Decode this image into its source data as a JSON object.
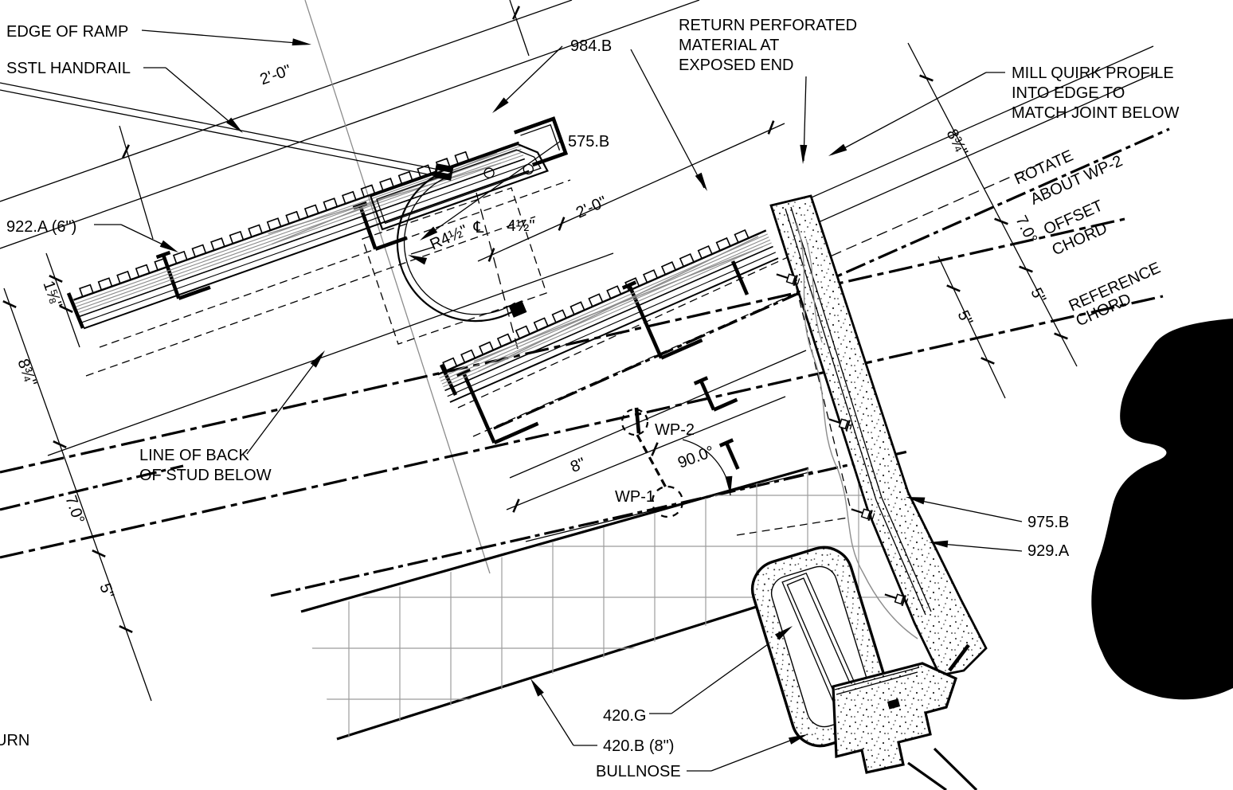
{
  "drawing": {
    "type": "architectural plan detail",
    "subject": "curved ramp handrail and wall joint detail at chord rotation"
  },
  "colors": {
    "ink": "#000000",
    "gray": "#8c8c8c",
    "grid": "#9c9c9c",
    "bg": "#ffffff"
  },
  "callouts": {
    "edge_of_ramp": "EDGE OF RAMP",
    "sstl_handrail": "SSTL HANDRAIL",
    "tag_922": "922.A (6\")",
    "line_of_back_1": "LINE OF BACK",
    "line_of_back_2": "OF STUD BELOW",
    "tag_984": "984.B",
    "tag_575": "575.B",
    "return_perforated_1": "RETURN PERFORATED",
    "return_perforated_2": "MATERIAL AT",
    "return_perforated_3": "EXPOSED END",
    "mill_quirk_1": "MILL QUIRK PROFILE",
    "mill_quirk_2": "INTO EDGE TO",
    "mill_quirk_3": "MATCH JOINT BELOW",
    "rotate_1": "ROTATE",
    "rotate_2": "ABOUT WP-2",
    "offset_chord_angle": "7.0°",
    "offset_chord_1": "OFFSET",
    "offset_chord_2": "CHORD",
    "reference_chord_1": "REFERENCE",
    "reference_chord_2": "CHORD",
    "tag_975": "975.B",
    "tag_929": "929.A",
    "tag_420g": "420.G",
    "tag_420b": "420.B (8\")",
    "bullnose": "BULLNOSE",
    "urn_partial": "URN"
  },
  "waypoints": {
    "wp1": "WP-1",
    "wp2": "WP-2",
    "angle_between": "90.0°"
  },
  "dimensions": {
    "d_2ft_top": "2'-0\"",
    "d_2ft_mid": "2'-0\"",
    "d_1_58": "1⅝\"",
    "d_834_left": "8¾\"",
    "d_834_right": "8¾\"",
    "d_7deg_left": "7.0°",
    "d_5_left": "5\"",
    "d_5_right_1": "5\"",
    "d_5_right_2": "5\"",
    "d_8": "8\"",
    "d_radius": "R4½\"",
    "d_412": "4½\"",
    "centerline_symbol": "℄"
  }
}
